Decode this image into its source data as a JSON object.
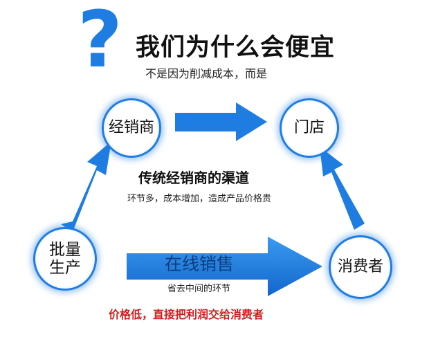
{
  "header": {
    "question_mark": "?",
    "title": "我们为什么会便宜",
    "subtitle": "不是因为削减成本，而是"
  },
  "nodes": {
    "dealer": [
      "经销商"
    ],
    "store": [
      "门店"
    ],
    "mass_production": [
      "批量",
      "生产"
    ],
    "consumer": [
      "消费者"
    ]
  },
  "traditional": {
    "title": "传统经销商的渠道",
    "description": "环节多，成本增加，造成产品价格贵"
  },
  "online": {
    "label": "在线销售",
    "description": "省去中间的环节"
  },
  "conclusion": "价格低，直接把利润交给消费者",
  "colors": {
    "accent": "#1f7de2",
    "highlight": "#d01e1e",
    "online_text": "#0b3c7c"
  }
}
